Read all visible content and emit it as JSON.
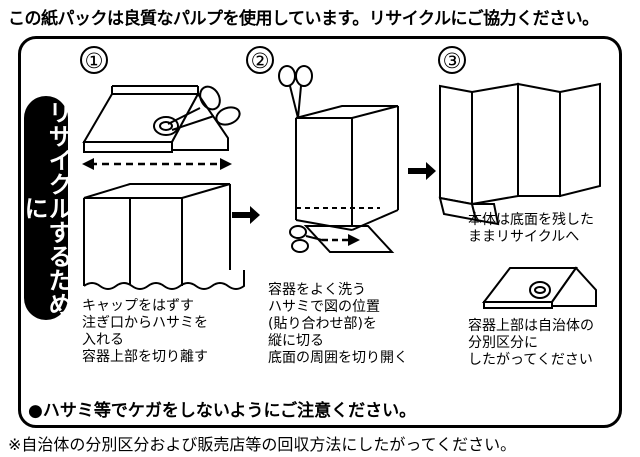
{
  "header": "この紙パックは良質なパルプを使用しています。リサイクルにご協力ください。",
  "side_title": "リサイクルするために",
  "steps": [
    {
      "number": "①",
      "caption": "キャップをはずす\n注ぎ口からハサミを\n入れる\n容器上部を切り離す"
    },
    {
      "number": "②",
      "caption": "容器をよく洗う\nハサミで図の位置\n(貼り合わせ部)を\n縦に切る\n底面の周囲を切り開く"
    },
    {
      "number": "③",
      "caption_top": "本体は底面を残した\nままリサイクルへ",
      "caption_bottom": "容器上部は自治体の\n分別区分に\nしたがってください"
    }
  ],
  "warning": "●ハサミ等でケガをしないようにご注意ください。",
  "footnote": "※自治体の分別区分および販売店等の回収方法にしたがってください。"
}
